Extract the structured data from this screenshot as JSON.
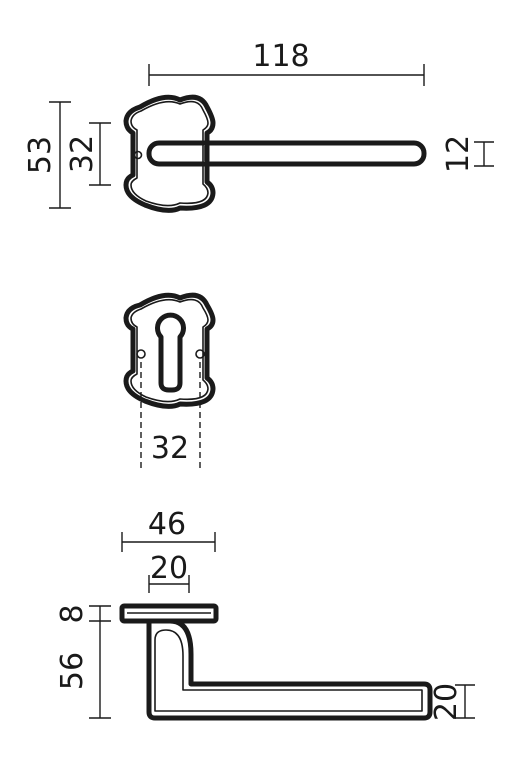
{
  "front_view": {
    "length_label": "118",
    "rose_height_label": "53",
    "screw_spacing_label": "32",
    "lever_thickness_label": "12"
  },
  "escutcheon_view": {
    "hole_spacing_label": "32"
  },
  "side_view": {
    "rose_diameter_label": "46",
    "neck_label": "20",
    "rose_thickness_label": "8",
    "projection_label": "56",
    "grip_height_label": "20"
  }
}
